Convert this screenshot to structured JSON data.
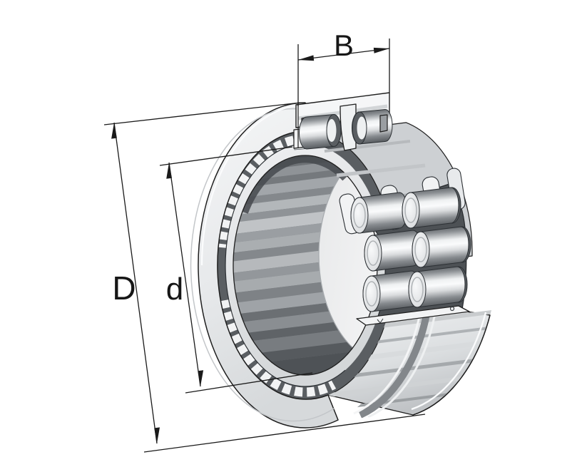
{
  "figure": {
    "title": "Sectioned 3D illustration of a double-row full-complement cylindrical roller bearing",
    "type": "technical-line-illustration",
    "background": "#ffffff"
  },
  "dimension_labels": {
    "width": "B",
    "outer_diameter": "D",
    "bore_diameter": "d"
  },
  "palette": {
    "line": "#1a1a1a",
    "face_light": "#f4f5f6",
    "face_shaded": "#d9dcde",
    "roller_gap_dark": "#4d5155",
    "bore_dark": "#5a5e62",
    "metal_highlight": "#fafbfc"
  }
}
